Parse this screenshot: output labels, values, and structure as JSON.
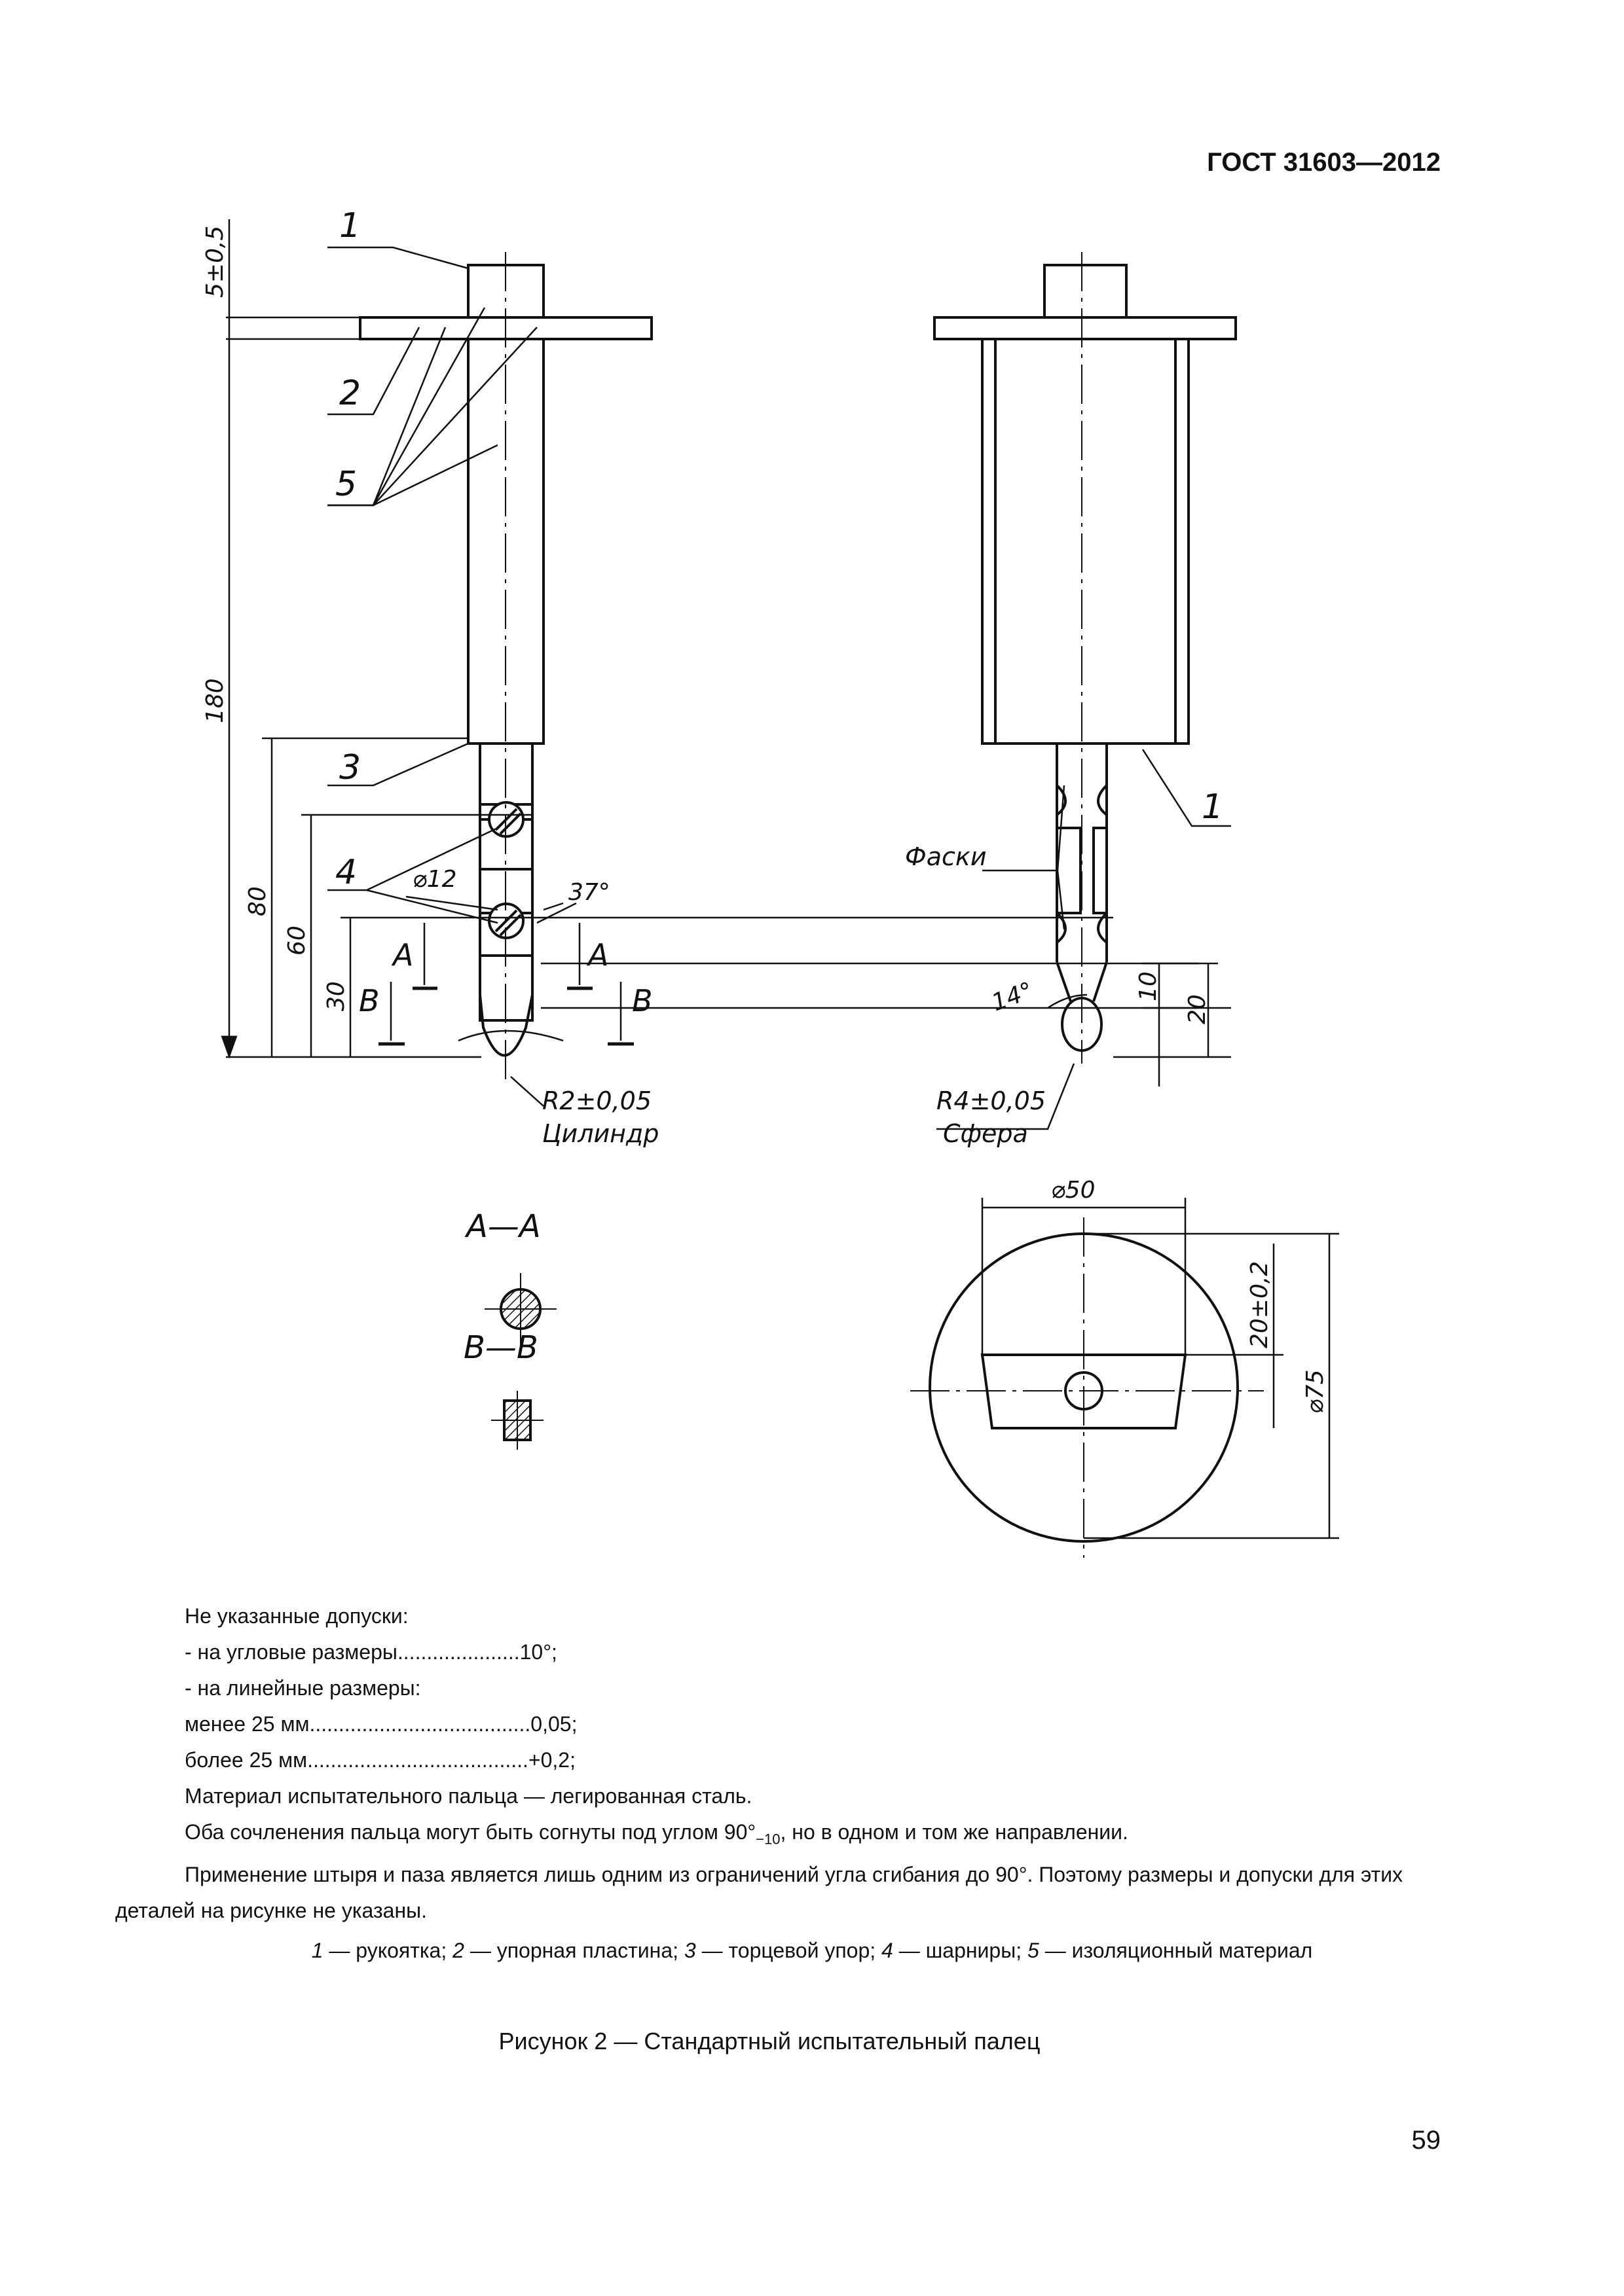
{
  "header": {
    "doc_code": "ГОСТ 31603—2012"
  },
  "drawing": {
    "callouts": {
      "c1a": "1",
      "c2": "2",
      "c5": "5",
      "c3": "3",
      "c4": "4",
      "c1b": "1"
    },
    "dims": {
      "d5": "5±0,5",
      "d180": "180",
      "d80": "80",
      "d60": "60",
      "d30": "30",
      "d12": "⌀12",
      "d37": "37°",
      "d14": "14°",
      "d10": "10",
      "d20": "20",
      "d50": "⌀50",
      "d20b": "20±0,2",
      "d75": "⌀75"
    },
    "labels": {
      "r2": "R2±0,05",
      "cyl": "Цилиндр",
      "r4": "R4±0,05",
      "sph": "Сфера",
      "fas": "Фаски",
      "A1": "А",
      "A2": "А",
      "B1": "В",
      "B2": "В",
      "secAA": "А—А",
      "secBB": "В—В"
    }
  },
  "notes": {
    "l1": "Не указанные допуски:",
    "l2": "-  на угловые размеры.....................10°;",
    "l3": "-  на линейные размеры:",
    "l4": "менее 25 мм......................................0,05;",
    "l5": "более 25 мм......................................+0,2;",
    "l6": "Материал испытательного пальца — легированная сталь.",
    "l7a": "Оба сочленения пальца могут быть согнуты под углом 90°",
    "l7sub": "−10",
    "l7b": ", но в одном и том же направлении.",
    "l8": "Применение штыря и паза является лишь одним из ограничений угла сгибания до 90°. Поэтому размеры и допуски для этих",
    "l9": "деталей на рисунке не указаны."
  },
  "legend": {
    "n1": "1",
    "t1": " — рукоятка; ",
    "n2": "2",
    "t2": " — упорная пластина; ",
    "n3": "3",
    "t3": " — торцевой упор; ",
    "n4": "4",
    "t4": " — шарниры; ",
    "n5": "5",
    "t5": " — изоляционный материал"
  },
  "caption": "Рисунок 2 — Стандартный испытательный палец",
  "page_number": "59"
}
